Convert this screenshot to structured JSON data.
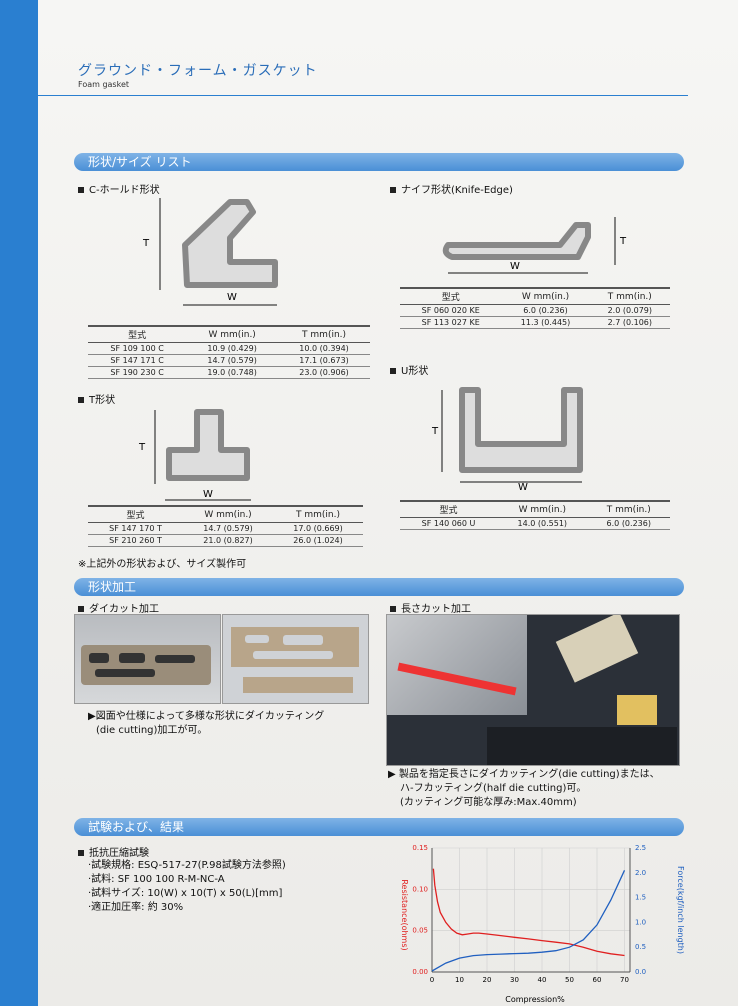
{
  "header": {
    "title_jp": "グラウンド・フォーム・ガスケット",
    "title_en": "Foam gasket"
  },
  "sections": {
    "shapes": "形状/サイズ リスト",
    "processing": "形状加工",
    "test": "試験および、結果"
  },
  "dim_labels": {
    "t": "T",
    "w": "W"
  },
  "c_hold": {
    "heading": "C-ホールド形状",
    "headers": [
      "型式",
      "W mm(in.)",
      "T mm(in.)"
    ],
    "rows": [
      [
        "SF 109 100 C",
        "10.9 (0.429)",
        "10.0 (0.394)"
      ],
      [
        "SF 147 171 C",
        "14.7 (0.579)",
        "17.1 (0.673)"
      ],
      [
        "SF 190 230 C",
        "19.0 (0.748)",
        "23.0 (0.906)"
      ]
    ]
  },
  "knife": {
    "heading": "ナイフ形状(Knife-Edge)",
    "headers": [
      "型式",
      "W mm(in.)",
      "T mm(in.)"
    ],
    "rows": [
      [
        "SF 060 020 KE",
        "6.0 (0.236)",
        "2.0 (0.079)"
      ],
      [
        "SF 113 027 KE",
        "11.3 (0.445)",
        "2.7 (0.106)"
      ]
    ]
  },
  "t_shape": {
    "heading": "T形状",
    "headers": [
      "型式",
      "W mm(in.)",
      "T mm(in.)"
    ],
    "rows": [
      [
        "SF 147 170 T",
        "14.7 (0.579)",
        "17.0 (0.669)"
      ],
      [
        "SF 210 260 T",
        "21.0 (0.827)",
        "26.0 (1.024)"
      ]
    ]
  },
  "u_shape": {
    "heading": "U形状",
    "headers": [
      "型式",
      "W mm(in.)",
      "T mm(in.)"
    ],
    "rows": [
      [
        "SF 140 060 U",
        "14.0 (0.551)",
        "6.0 (0.236)"
      ]
    ]
  },
  "shapes_note": "※上記外の形状および、サイズ製作可",
  "die_cut": {
    "heading": "ダイカット加工",
    "text_line1": "図面や仕様によって多様な形状にダイカッティング",
    "text_line2": "(die cutting)加工が可。"
  },
  "length_cut": {
    "heading": "長さカット加工",
    "text_line1": "製品を指定長さにダイカッティング(die cutting)または、",
    "text_line2": "ハ-フカッティング(half die cutting)可。",
    "text_line3": "(カッティング可能な厚み:Max.40mm)"
  },
  "test": {
    "heading": "抵抗圧縮試験",
    "items": [
      "·試験規格: ESQ-517-27(P.98試験方法参照)",
      "·試料: SF 100 100 R-M-NC-A",
      "·試料サイズ: 10(W) x 10(T) x 50(L)[mm]",
      "·適正加圧率: 約 30%"
    ]
  },
  "chart_data": {
    "type": "line",
    "xlabel": "Compression%",
    "ylabel": "Resistance(ohms)",
    "y2label": "Force(kgf/inch length)",
    "x_ticks": [
      0,
      10,
      20,
      30,
      40,
      50,
      60,
      70
    ],
    "xlim": [
      0,
      72
    ],
    "ylim": [
      0,
      0.15
    ],
    "y_ticks": [
      "0.00",
      "0.05",
      "0.10",
      "0.15"
    ],
    "y2lim": [
      0,
      2.5
    ],
    "y2_ticks": [
      "0.0",
      "0.5",
      "1.0",
      "1.5",
      "2.0",
      "2.5"
    ],
    "series": [
      {
        "axis": "left",
        "color": "#e02020",
        "x": [
          0.5,
          1,
          2,
          3,
          5,
          7,
          9,
          11,
          13,
          15,
          17,
          20,
          25,
          30,
          35,
          40,
          45,
          50,
          55,
          60,
          65,
          70
        ],
        "y": [
          0.125,
          0.105,
          0.085,
          0.072,
          0.06,
          0.052,
          0.047,
          0.045,
          0.046,
          0.047,
          0.047,
          0.046,
          0.044,
          0.042,
          0.04,
          0.038,
          0.036,
          0.034,
          0.03,
          0.025,
          0.022,
          0.02
        ]
      },
      {
        "axis": "right",
        "color": "#2060c0",
        "x": [
          0,
          5,
          10,
          15,
          20,
          25,
          30,
          35,
          40,
          45,
          50,
          55,
          60,
          65,
          70
        ],
        "y": [
          0.02,
          0.18,
          0.28,
          0.33,
          0.35,
          0.36,
          0.37,
          0.38,
          0.4,
          0.43,
          0.5,
          0.65,
          0.95,
          1.45,
          2.05
        ]
      }
    ]
  }
}
